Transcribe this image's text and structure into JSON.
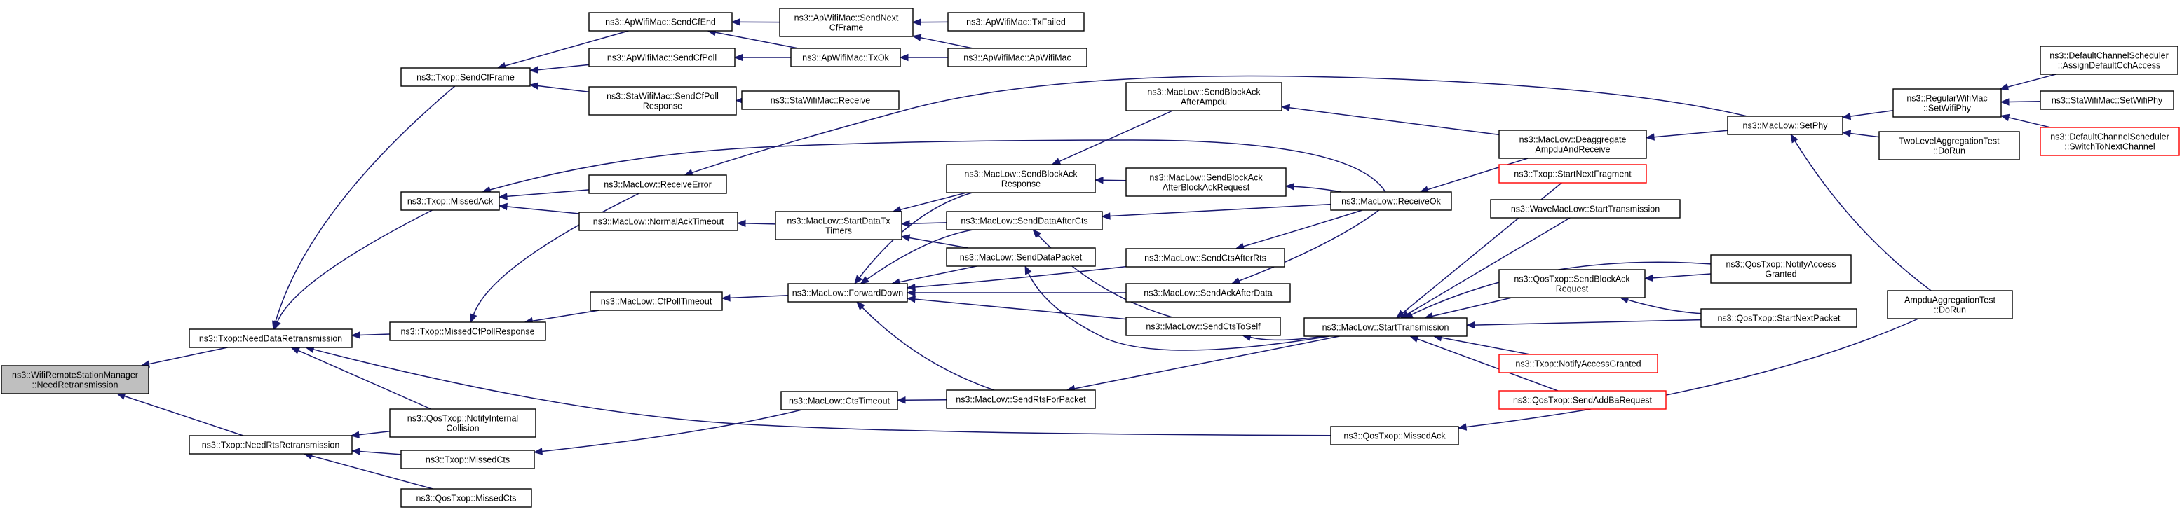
{
  "nodes": [
    {
      "id": "n00",
      "lines": [
        "ns3::WifiRemoteStationManager",
        "::NeedRetransmission"
      ],
      "root": true
    },
    {
      "id": "n01",
      "lines": [
        "ns3::Txop::NeedDataRetransmission"
      ]
    },
    {
      "id": "n02",
      "lines": [
        "ns3::Txop::NeedRtsRetransmission"
      ]
    },
    {
      "id": "n03",
      "lines": [
        "ns3::Txop::SendCfFrame"
      ]
    },
    {
      "id": "n04",
      "lines": [
        "ns3::Txop::MissedAck"
      ]
    },
    {
      "id": "n05",
      "lines": [
        "ns3::Txop::MissedCfPollResponse"
      ]
    },
    {
      "id": "n06",
      "lines": [
        "ns3::QosTxop::NotifyInternal",
        "Collision"
      ]
    },
    {
      "id": "n07",
      "lines": [
        "ns3::Txop::MissedCts"
      ]
    },
    {
      "id": "n08",
      "lines": [
        "ns3::QosTxop::MissedCts"
      ]
    },
    {
      "id": "n09",
      "lines": [
        "ns3::ApWifiMac::SendCfEnd"
      ]
    },
    {
      "id": "n10",
      "lines": [
        "ns3::ApWifiMac::SendCfPoll"
      ]
    },
    {
      "id": "n11",
      "lines": [
        "ns3::StaWifiMac::SendCfPoll",
        "Response"
      ]
    },
    {
      "id": "n12",
      "lines": [
        "ns3::MacLow::ReceiveError"
      ]
    },
    {
      "id": "n13",
      "lines": [
        "ns3::MacLow::NormalAckTimeout"
      ]
    },
    {
      "id": "n14",
      "lines": [
        "ns3::MacLow::CfPollTimeout"
      ]
    },
    {
      "id": "n15",
      "lines": [
        "ns3::ApWifiMac::SendNext",
        "CfFrame"
      ]
    },
    {
      "id": "n16",
      "lines": [
        "ns3::ApWifiMac::TxOk"
      ]
    },
    {
      "id": "n17",
      "lines": [
        "ns3::StaWifiMac::Receive"
      ]
    },
    {
      "id": "n18",
      "lines": [
        "ns3::ApWifiMac::TxFailed"
      ]
    },
    {
      "id": "n19",
      "lines": [
        "ns3::ApWifiMac::ApWifiMac"
      ]
    },
    {
      "id": "n20",
      "lines": [
        "ns3::MacLow::StartDataTx",
        "Timers"
      ]
    },
    {
      "id": "n21",
      "lines": [
        "ns3::MacLow::ForwardDown"
      ]
    },
    {
      "id": "n22",
      "lines": [
        "ns3::MacLow::CtsTimeout"
      ]
    },
    {
      "id": "n23",
      "lines": [
        "ns3::MacLow::SendBlockAck",
        "Response"
      ]
    },
    {
      "id": "n24",
      "lines": [
        "ns3::MacLow::SendDataAfterCts"
      ]
    },
    {
      "id": "n25",
      "lines": [
        "ns3::MacLow::SendDataPacket"
      ]
    },
    {
      "id": "n26",
      "lines": [
        "ns3::MacLow::SendRtsForPacket"
      ]
    },
    {
      "id": "n27",
      "lines": [
        "ns3::MacLow::SendBlockAck",
        "AfterAmpdu"
      ]
    },
    {
      "id": "n28",
      "lines": [
        "ns3::MacLow::SendBlockAck",
        "AfterBlockAckRequest"
      ]
    },
    {
      "id": "n29",
      "lines": [
        "ns3::MacLow::SendCtsAfterRts"
      ]
    },
    {
      "id": "n30",
      "lines": [
        "ns3::MacLow::SendAckAfterData"
      ]
    },
    {
      "id": "n31",
      "lines": [
        "ns3::MacLow::SendCtsToSelf"
      ]
    },
    {
      "id": "n32",
      "lines": [
        "ns3::QosTxop::MissedAck"
      ]
    },
    {
      "id": "n33",
      "lines": [
        "ns3::MacLow::ReceiveOk"
      ]
    },
    {
      "id": "n34",
      "lines": [
        "ns3::MacLow::StartTransmission"
      ]
    },
    {
      "id": "n35",
      "lines": [
        "ns3::MacLow::Deaggregate",
        "AmpduAndReceive"
      ]
    },
    {
      "id": "n36",
      "lines": [
        "ns3::Txop::StartNextFragment"
      ],
      "truncated": true
    },
    {
      "id": "n37",
      "lines": [
        "ns3::WaveMacLow::StartTransmission"
      ]
    },
    {
      "id": "n38",
      "lines": [
        "ns3::QosTxop::SendBlockAck",
        "Request"
      ]
    },
    {
      "id": "n39",
      "lines": [
        "ns3::Txop::NotifyAccessGranted"
      ],
      "truncated": true
    },
    {
      "id": "n40",
      "lines": [
        "ns3::QosTxop::SendAddBaRequest"
      ],
      "truncated": true
    },
    {
      "id": "n41",
      "lines": [
        "ns3::QosTxop::NotifyAccess",
        "Granted"
      ]
    },
    {
      "id": "n42",
      "lines": [
        "ns3::QosTxop::StartNextPacket"
      ]
    },
    {
      "id": "n43",
      "lines": [
        "ns3::MacLow::SetPhy"
      ]
    },
    {
      "id": "n44",
      "lines": [
        "ns3::RegularWifiMac",
        "::SetWifiPhy"
      ]
    },
    {
      "id": "n45",
      "lines": [
        "TwoLevelAggregationTest",
        "::DoRun"
      ]
    },
    {
      "id": "n46",
      "lines": [
        "AmpduAggregationTest",
        "::DoRun"
      ]
    },
    {
      "id": "n47",
      "lines": [
        "ns3::DefaultChannelScheduler",
        "::AssignDefaultCchAccess"
      ]
    },
    {
      "id": "n48",
      "lines": [
        "ns3::StaWifiMac::SetWifiPhy"
      ]
    },
    {
      "id": "n49",
      "lines": [
        "ns3::DefaultChannelScheduler",
        "::SwitchToNextChannel"
      ],
      "truncated": true
    }
  ],
  "edges": [
    [
      "n01",
      "n00"
    ],
    [
      "n02",
      "n00"
    ],
    [
      "n03",
      "n01"
    ],
    [
      "n04",
      "n01"
    ],
    [
      "n05",
      "n01"
    ],
    [
      "n06",
      "n01"
    ],
    [
      "n32",
      "n01"
    ],
    [
      "n06",
      "n02"
    ],
    [
      "n07",
      "n02"
    ],
    [
      "n08",
      "n02"
    ],
    [
      "n09",
      "n03"
    ],
    [
      "n10",
      "n03"
    ],
    [
      "n11",
      "n03"
    ],
    [
      "n15",
      "n09"
    ],
    [
      "n16",
      "n09"
    ],
    [
      "n16",
      "n10"
    ],
    [
      "n17",
      "n11"
    ],
    [
      "n18",
      "n15"
    ],
    [
      "n19",
      "n15"
    ],
    [
      "n19",
      "n16"
    ],
    [
      "n12",
      "n04"
    ],
    [
      "n13",
      "n04"
    ],
    [
      "n33",
      "n04"
    ],
    [
      "n12",
      "n05"
    ],
    [
      "n14",
      "n05"
    ],
    [
      "n43",
      "n12"
    ],
    [
      "n20",
      "n13"
    ],
    [
      "n21",
      "n14"
    ],
    [
      "n23",
      "n20"
    ],
    [
      "n24",
      "n20"
    ],
    [
      "n25",
      "n20"
    ],
    [
      "n23",
      "n21"
    ],
    [
      "n24",
      "n21"
    ],
    [
      "n25",
      "n21"
    ],
    [
      "n26",
      "n21"
    ],
    [
      "n29",
      "n21"
    ],
    [
      "n30",
      "n21"
    ],
    [
      "n31",
      "n21"
    ],
    [
      "n26",
      "n22"
    ],
    [
      "n22",
      "n07"
    ],
    [
      "n27",
      "n23"
    ],
    [
      "n28",
      "n23"
    ],
    [
      "n33",
      "n24"
    ],
    [
      "n31",
      "n24"
    ],
    [
      "n34",
      "n25"
    ],
    [
      "n34",
      "n26"
    ],
    [
      "n35",
      "n27"
    ],
    [
      "n33",
      "n28"
    ],
    [
      "n33",
      "n29"
    ],
    [
      "n33",
      "n30"
    ],
    [
      "n34",
      "n31"
    ],
    [
      "n35",
      "n33"
    ],
    [
      "n43",
      "n35"
    ],
    [
      "n36",
      "n34"
    ],
    [
      "n37",
      "n34"
    ],
    [
      "n38",
      "n34"
    ],
    [
      "n41",
      "n34"
    ],
    [
      "n42",
      "n34"
    ],
    [
      "n39",
      "n34"
    ],
    [
      "n40",
      "n34"
    ],
    [
      "n41",
      "n38"
    ],
    [
      "n42",
      "n38"
    ],
    [
      "n46",
      "n32"
    ],
    [
      "n44",
      "n43"
    ],
    [
      "n45",
      "n43"
    ],
    [
      "n46",
      "n43"
    ],
    [
      "n47",
      "n44"
    ],
    [
      "n48",
      "n44"
    ],
    [
      "n49",
      "n44"
    ]
  ]
}
